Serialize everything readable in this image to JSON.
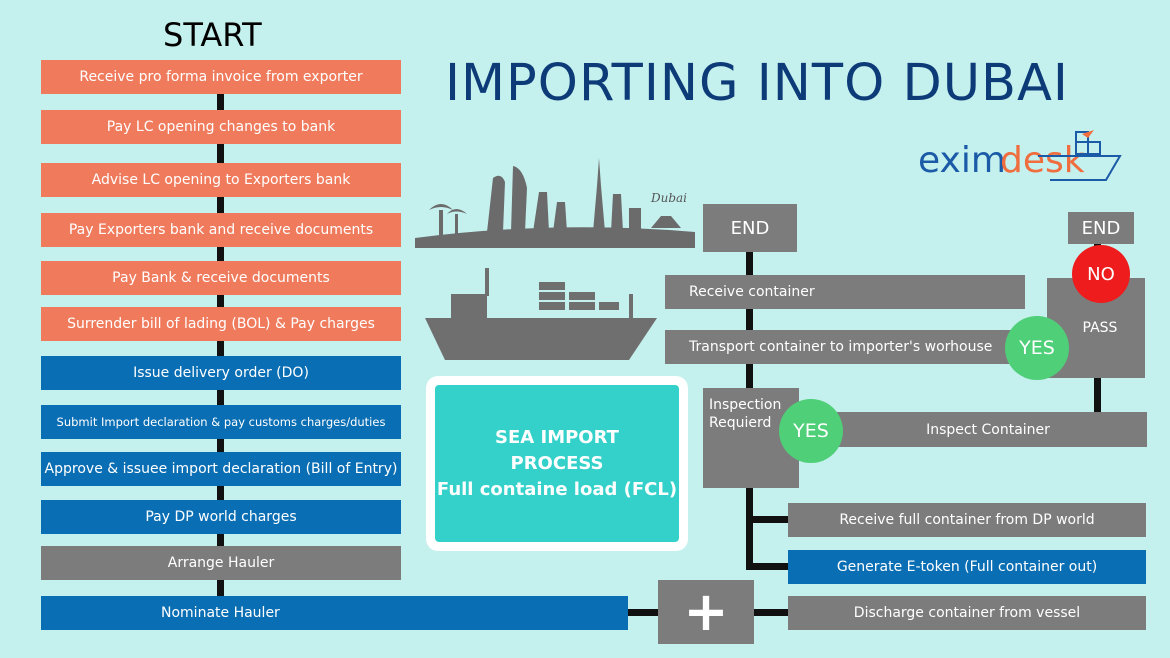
{
  "start_label": "START",
  "title": "IMPORTING INTO DUBAI",
  "logo": {
    "part1": "exim",
    "part2": "desk"
  },
  "skyline_label": "Dubai",
  "left_steps": [
    "Receive pro forma invoice from exporter",
    "Pay LC opening changes to bank",
    "Advise LC opening to Exporters bank",
    "Pay Exporters bank and receive documents",
    "Pay Bank & receive documents",
    "Surrender bill of lading (BOL) & Pay charges",
    "Issue delivery  order (DO)",
    "Submit Import declaration & pay customs charges/duties",
    "Approve & issuee import declaration (Bill of Entry)",
    "Pay DP world charges",
    "Arrange Hauler",
    "Nominate Hauler"
  ],
  "center_box": {
    "line1": "SEA IMPORT",
    "line2": "PROCESS",
    "line3": "Full containe load (FCL)"
  },
  "right_flow": {
    "end_left": "END",
    "end_right": "END",
    "no_badge": "NO",
    "pass": "PASS",
    "receive_container": "Receive container",
    "transport": "Transport container to importer's  worhouse",
    "yes_top": "YES",
    "inspection_required": "Inspection Requierd",
    "yes_mid": "YES",
    "inspect_container": "Inspect Container",
    "receive_full": "Receive full container from DP world",
    "e_token": "Generate E-token (Full container out)",
    "discharge": "Discharge container from vessel",
    "plus": "+"
  },
  "colors": {
    "background": "#c4f0ee",
    "orange": "#ef7b5c",
    "blue": "#0a6eb4",
    "grey": "#7c7c7c",
    "teal": "#33d1c9",
    "yes_green": "#4fcf78",
    "no_red": "#ee1c1c",
    "title_navy": "#0d3b78"
  }
}
